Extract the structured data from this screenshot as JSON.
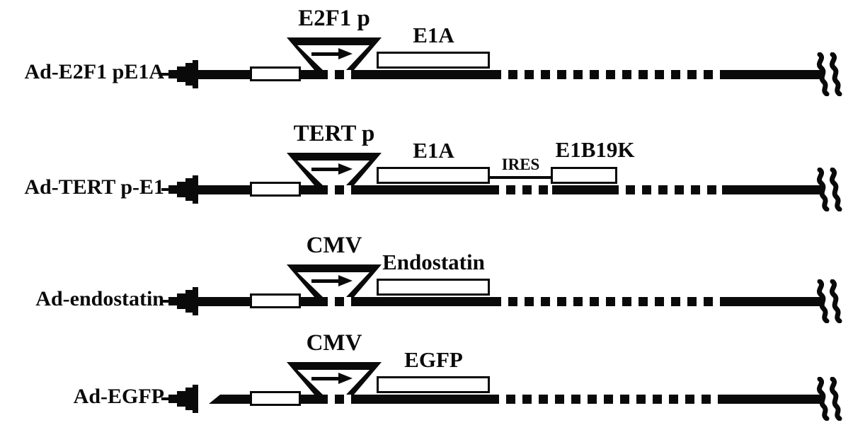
{
  "figure": {
    "background_color": "#ffffff",
    "ink_color": "#0a0a0a",
    "constructs": [
      {
        "name": "Ad-E2F1 pE1A",
        "promoter": "E2F1 p",
        "gene1": "E1A"
      },
      {
        "name": "Ad-TERT p-E1",
        "promoter": "TERT p",
        "gene1": "E1A",
        "linker": "IRES",
        "gene2": "E1B19K"
      },
      {
        "name": "Ad-endostatin",
        "promoter": "CMV",
        "gene1": "Endostatin"
      },
      {
        "name": "Ad-EGFP",
        "promoter": "CMV",
        "gene1": "EGFP"
      }
    ]
  }
}
